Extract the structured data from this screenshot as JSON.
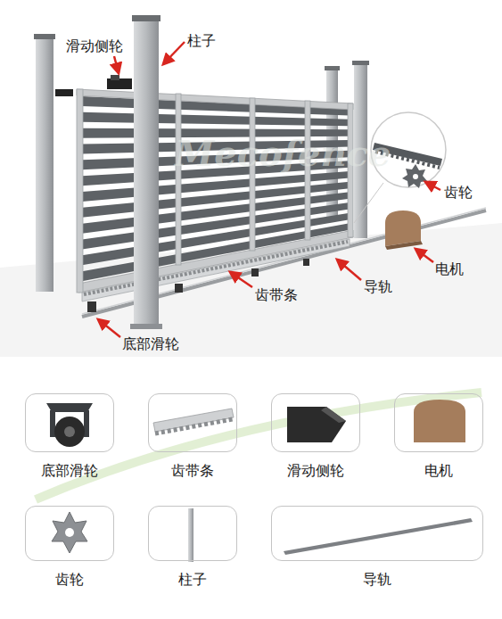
{
  "diagram": {
    "nodes": [
      {
        "text": [
          "底部滑轮"
        ]
      },
      {
        "text": [
          "齿带条"
        ]
      },
      {
        "text": [
          "滑动侧轮"
        ]
      },
      {
        "text": [
          "电机"
        ]
      },
      {
        "text": [
          "齿轮"
        ]
      },
      {
        "text": [
          "柱子"
        ]
      },
      {
        "text": [
          "导轨"
        ]
      }
    ],
    "labels": [
      "滑动侧轮",
      "柱子",
      "齿轮",
      "电机",
      "导轨",
      "齿带条",
      "底部滑轮",
      "Mecofence"
    ]
  }
}
